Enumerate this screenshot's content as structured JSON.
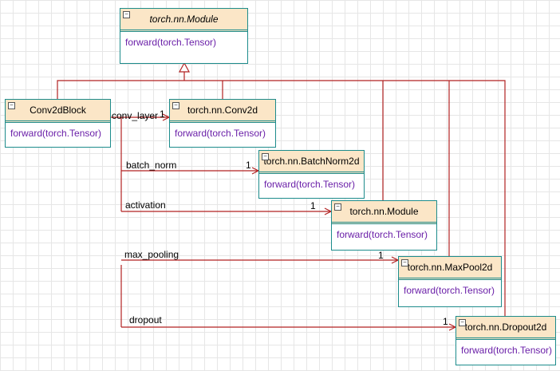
{
  "diagram": {
    "classes": {
      "module_top": {
        "name": "torch.nn.Module",
        "operation": "forward(torch.Tensor)",
        "collapse_glyph": "−"
      },
      "conv2dblock": {
        "name": "Conv2dBlock",
        "operation": "forward(torch.Tensor)",
        "collapse_glyph": "−"
      },
      "conv2d": {
        "name": "torch.nn.Conv2d",
        "operation": "forward(torch.Tensor)",
        "collapse_glyph": "−"
      },
      "batchnorm2d": {
        "name": "torch.nn.BatchNorm2d",
        "operation": "forward(torch.Tensor)",
        "collapse_glyph": "−"
      },
      "module_act": {
        "name": "torch.nn.Module",
        "operation": "forward(torch.Tensor)",
        "collapse_glyph": "−"
      },
      "maxpool2d": {
        "name": "torch.nn.MaxPool2d",
        "operation": "forward(torch.Tensor)",
        "collapse_glyph": "−"
      },
      "dropout2d": {
        "name": "torch.nn.Dropout2d",
        "operation": "forward(torch.Tensor)",
        "collapse_glyph": "−"
      }
    },
    "associations": {
      "conv_layer": {
        "role": "conv_layer",
        "multiplicity": "1"
      },
      "batch_norm": {
        "role": "batch_norm",
        "multiplicity": "1"
      },
      "activation": {
        "role": "activation",
        "multiplicity": "1"
      },
      "max_pooling": {
        "role": "max_pooling",
        "multiplicity": "1"
      },
      "dropout": {
        "role": "dropout",
        "multiplicity": "1"
      }
    },
    "colors": {
      "connector": "#b22222",
      "class_border": "#1d8c8c",
      "class_header": "#fbe6c7",
      "operation_text": "#6a1fa8",
      "grid": "#e6e6e6"
    }
  }
}
